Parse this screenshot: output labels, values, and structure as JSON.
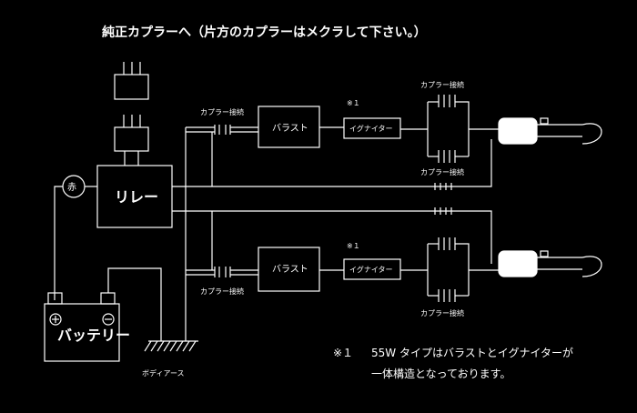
{
  "title": "純正カプラーへ（片方のカプラーはメクラして下さい。）",
  "labels": {
    "relay": "リレー",
    "battery": "バッテリー",
    "red": "赤",
    "plus": "+",
    "minus": "−",
    "ground": "ボディアース",
    "ballast": "バラスト",
    "igniter": "イグナイター",
    "coupler": "カプラー接続",
    "mark": "※１"
  },
  "note": {
    "mark": "※１",
    "line1": "55W タイプはバラストとイグナイターが",
    "line2": "一体構造となっております。"
  }
}
